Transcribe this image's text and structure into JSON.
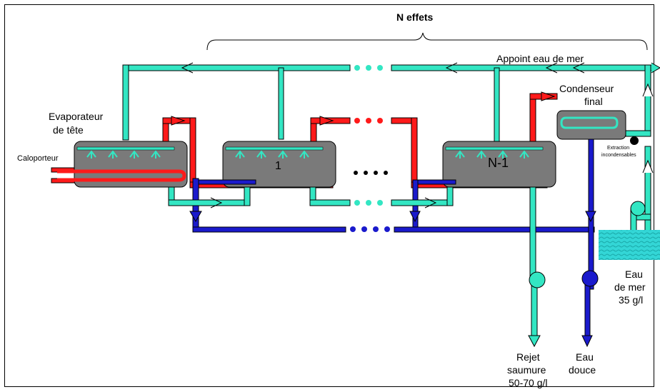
{
  "title": "N effets",
  "labels": {
    "appoint": "Appoint eau de mer",
    "evap_line1": "Evaporateur",
    "evap_line2": "de tête",
    "caloporteur": "Caloporteur",
    "condenseur_line1": "Condenseur",
    "condenseur_line2": "final",
    "extraction_line1": "Extraction",
    "extraction_line2": "incondensables",
    "effect_1": "1",
    "effect_n1": "N-1",
    "dots": "● ● ● ●",
    "eau_mer_line1": "Eau",
    "eau_mer_line2": "de mer",
    "eau_mer_line3": "35 g/l",
    "rejet_line1": "Rejet",
    "rejet_line2": "saumure",
    "rejet_line3": "50-70 g/l",
    "eau_douce_line1": "Eau",
    "eau_douce_line2": "douce"
  },
  "colors": {
    "seawater": "#33e6c3",
    "steam": "#ff1a1a",
    "distillate": "#1a1acc",
    "vessel": "#7a7a7a",
    "outline": "#000000"
  }
}
